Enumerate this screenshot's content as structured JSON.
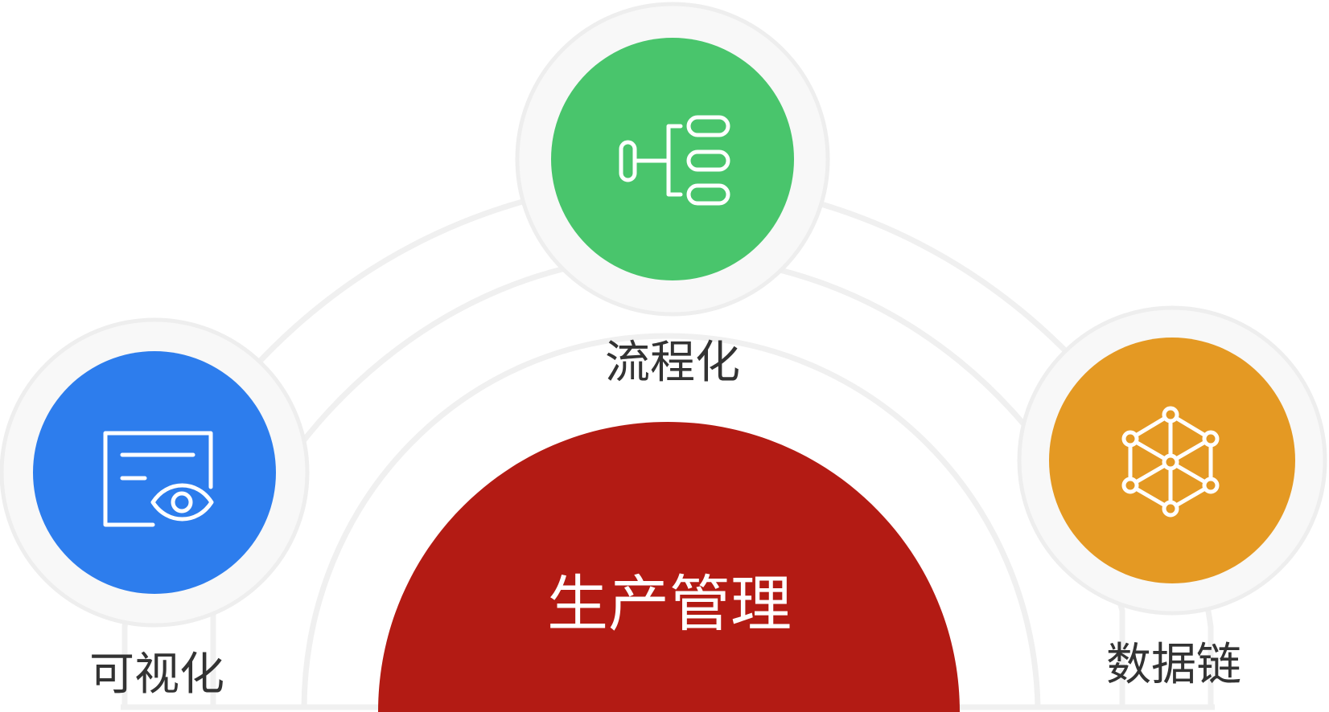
{
  "center": {
    "label": "生产管理",
    "color": "#b31b14"
  },
  "nodes": [
    {
      "id": "visualization",
      "label": "可视化",
      "color": "#2d7ded",
      "icon": "visual-monitor-eye-icon"
    },
    {
      "id": "process",
      "label": "流程化",
      "color": "#49c56c",
      "icon": "flow-structure-icon"
    },
    {
      "id": "datachain",
      "label": "数据链",
      "color": "#e49923",
      "icon": "network-hexagon-icon"
    }
  ],
  "style": {
    "arc_color": "#f0f0f0",
    "ring_fill": "#f8f8f8",
    "label_color": "#333333"
  }
}
